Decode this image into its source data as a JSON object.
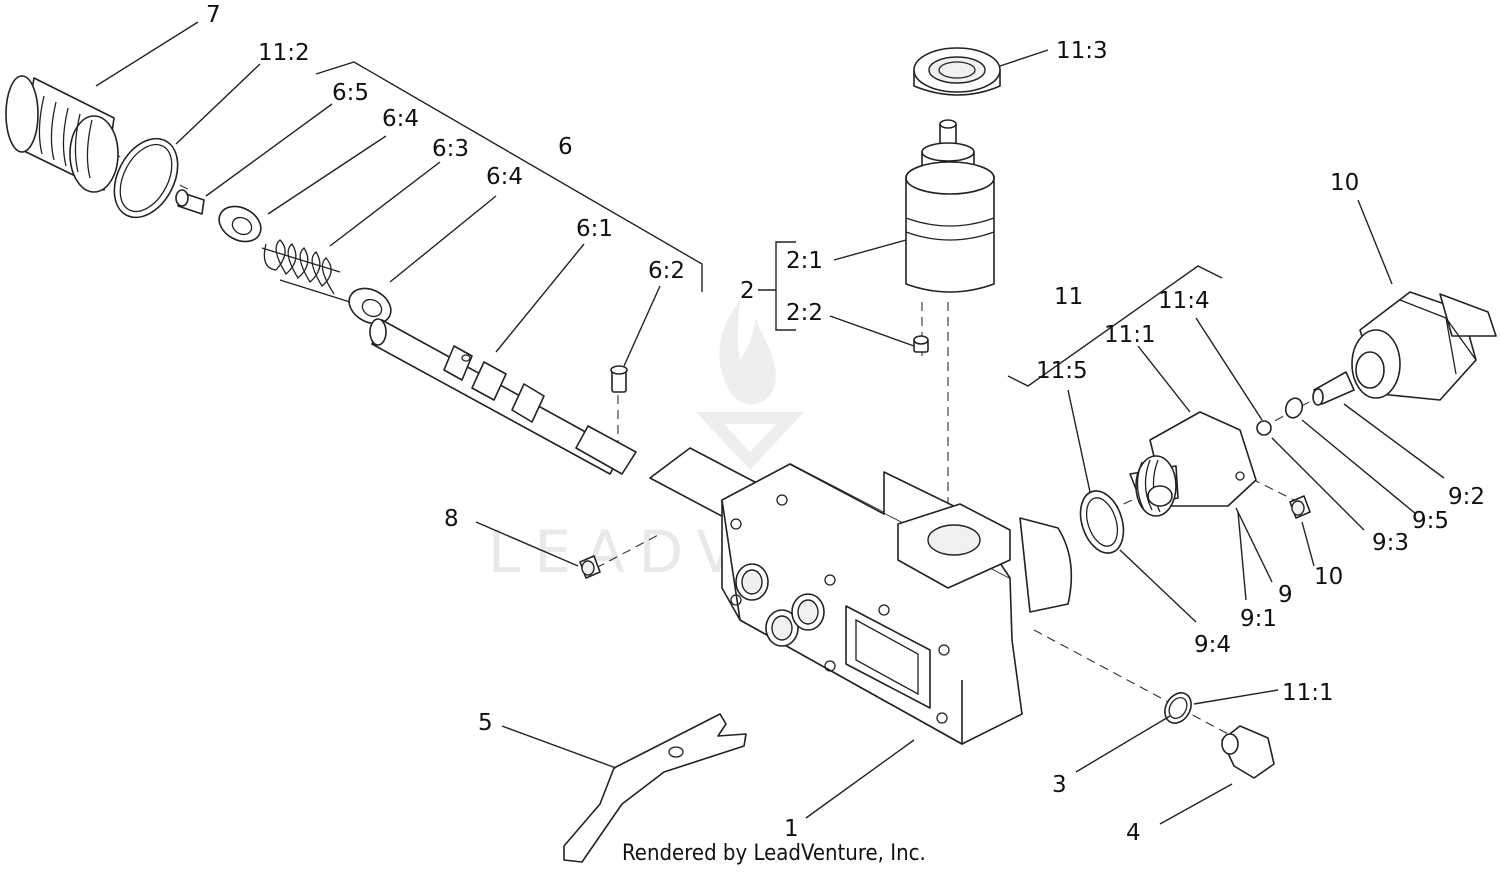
{
  "labels": {
    "l7": "7",
    "l11_2": "11:2",
    "l6_5": "6:5",
    "l6_4a": "6:4",
    "l6_3": "6:3",
    "l6_4b": "6:4",
    "l6": "6",
    "l6_1": "6:1",
    "l6_2": "6:2",
    "l11_3": "11:3",
    "l2_1": "2:1",
    "l2": "2",
    "l2_2": "2:2",
    "l10a": "10",
    "l11": "11",
    "l11_4": "11:4",
    "l11_1a": "11:1",
    "l11_5": "11:5",
    "l9_2": "9:2",
    "l9_5": "9:5",
    "l9_3": "9:3",
    "l10b": "10",
    "l9": "9",
    "l9_1": "9:1",
    "l9_4": "9:4",
    "l8": "8",
    "l11_1b": "11:1",
    "l3": "3",
    "l4": "4",
    "l5": "5",
    "l1": "1"
  },
  "watermark": "LEADVENTURE",
  "credit": "Rendered by LeadVenture, Inc."
}
